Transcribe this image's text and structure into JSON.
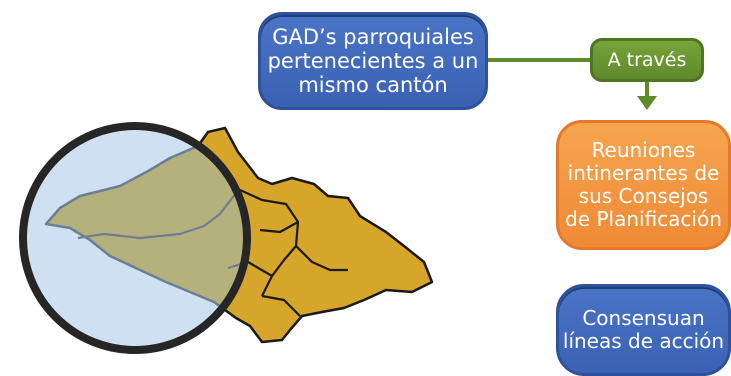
{
  "diagram": {
    "source_box": {
      "label": "GAD’s parroquiales\npertenecientes a un\nmismo cantón"
    },
    "connector_box": {
      "label": "A través"
    },
    "meetings_box": {
      "label": "Reuniones\nintinerantes de\nsus Consejos\nde Planificación"
    },
    "consensus_box": {
      "label": "Consensuan\nlíneas de acción"
    }
  },
  "colors": {
    "blue_box": "#3a61b4",
    "green_box": "#6a9833",
    "orange_box": "#f39640",
    "map_fill": "#d6a52a",
    "map_outline": "#1a1a1a",
    "lens_fill": "#cfe0f2",
    "lens_ring": "#262626"
  },
  "icons": {
    "arrow": "arrow-down-icon",
    "magnifier": "magnifier-lens-icon"
  }
}
